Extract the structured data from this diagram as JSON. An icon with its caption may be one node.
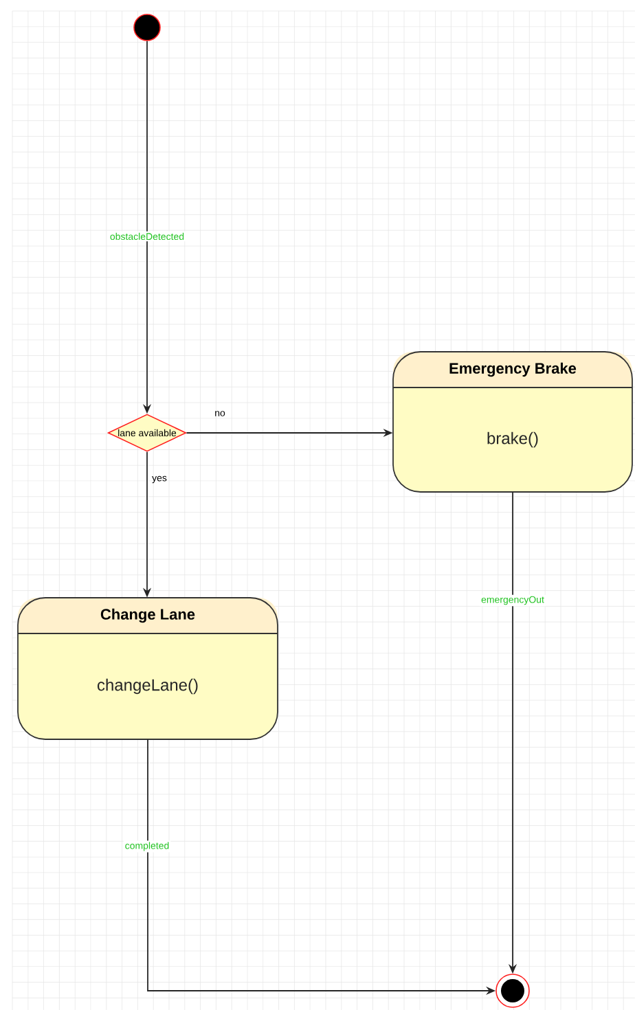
{
  "diagram": {
    "nodes": [
      {
        "text": [],
        "shape": "circle"
      },
      {
        "text": [
          "lane available"
        ]
      },
      {
        "text": [
          "Emergency Brake",
          "brake()"
        ]
      },
      {
        "text": [
          "Change Lane",
          "changeLane()"
        ]
      },
      {
        "text": [],
        "shape": "circle"
      }
    ],
    "edges": [
      {
        "from": 0,
        "to": 1,
        "arrow": "to",
        "label": "obstacleDetected"
      },
      {
        "from": 1,
        "to": 2,
        "arrow": "to",
        "label": "no"
      },
      {
        "from": 1,
        "to": 3,
        "arrow": "to",
        "label": "yes"
      },
      {
        "from": 3,
        "to": 4,
        "arrow": "to",
        "label": "completed"
      },
      {
        "from": 2,
        "to": 4,
        "arrow": "to",
        "label": "emergencyOut"
      }
    ]
  }
}
